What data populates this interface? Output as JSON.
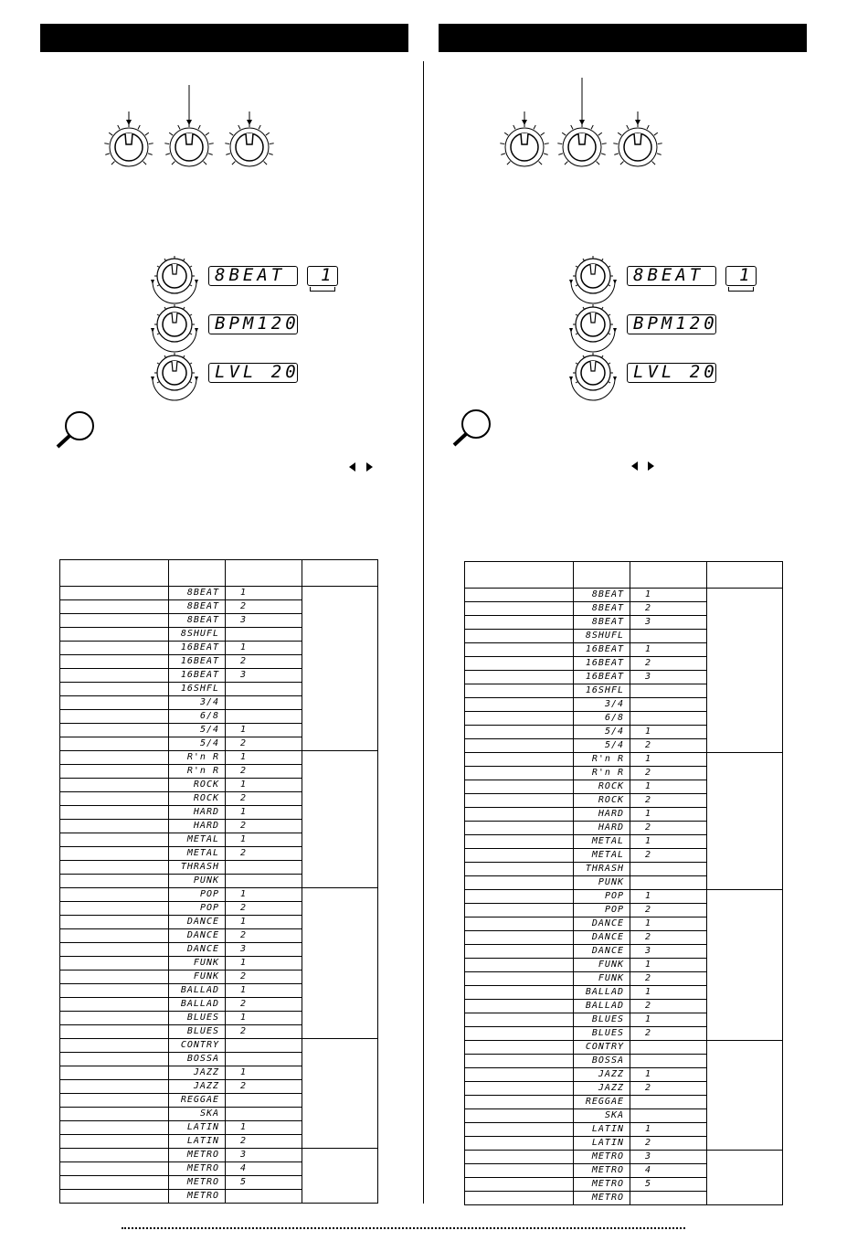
{
  "icons": [
    "knob-icon",
    "arrow-down-icon",
    "magnifier-icon",
    "arrow-left-icon",
    "arrow-right-icon"
  ],
  "colors": {
    "ink": "#000000",
    "paper": "#ffffff"
  },
  "left": {
    "display": {
      "pattern": "8BEAT",
      "variation": "1",
      "tempo": "BPM120",
      "level": "LVL 20"
    }
  },
  "right": {
    "display": {
      "pattern": "8BEAT",
      "variation": "1",
      "tempo": "BPM120",
      "level": "LVL 20"
    }
  },
  "rhythm_rows": [
    {
      "code": "8BEAT",
      "num": "1"
    },
    {
      "code": "8BEAT",
      "num": "2"
    },
    {
      "code": "8BEAT",
      "num": "3"
    },
    {
      "code": "8SHUFL",
      "num": ""
    },
    {
      "code": "16BEAT",
      "num": "1"
    },
    {
      "code": "16BEAT",
      "num": "2"
    },
    {
      "code": "16BEAT",
      "num": "3"
    },
    {
      "code": "16SHFL",
      "num": ""
    },
    {
      "code": "3/4",
      "num": ""
    },
    {
      "code": "6/8",
      "num": ""
    },
    {
      "code": "5/4",
      "num": "1"
    },
    {
      "code": "5/4",
      "num": "2"
    },
    {
      "code": "R'n R",
      "num": "1"
    },
    {
      "code": "R'n R",
      "num": "2"
    },
    {
      "code": "ROCK",
      "num": "1"
    },
    {
      "code": "ROCK",
      "num": "2"
    },
    {
      "code": "HARD",
      "num": "1"
    },
    {
      "code": "HARD",
      "num": "2"
    },
    {
      "code": "METAL",
      "num": "1"
    },
    {
      "code": "METAL",
      "num": "2"
    },
    {
      "code": "THRASH",
      "num": ""
    },
    {
      "code": "PUNK",
      "num": ""
    },
    {
      "code": "POP",
      "num": "1"
    },
    {
      "code": "POP",
      "num": "2"
    },
    {
      "code": "DANCE",
      "num": "1"
    },
    {
      "code": "DANCE",
      "num": "2"
    },
    {
      "code": "DANCE",
      "num": "3"
    },
    {
      "code": "FUNK",
      "num": "1"
    },
    {
      "code": "FUNK",
      "num": "2"
    },
    {
      "code": "BALLAD",
      "num": "1"
    },
    {
      "code": "BALLAD",
      "num": "2"
    },
    {
      "code": "BLUES",
      "num": "1"
    },
    {
      "code": "BLUES",
      "num": "2"
    },
    {
      "code": "CONTRY",
      "num": ""
    },
    {
      "code": "BOSSA",
      "num": ""
    },
    {
      "code": "JAZZ",
      "num": "1"
    },
    {
      "code": "JAZZ",
      "num": "2"
    },
    {
      "code": "REGGAE",
      "num": ""
    },
    {
      "code": "SKA",
      "num": ""
    },
    {
      "code": "LATIN",
      "num": "1"
    },
    {
      "code": "LATIN",
      "num": "2"
    },
    {
      "code": "METRO",
      "num": "3"
    },
    {
      "code": "METRO",
      "num": "4"
    },
    {
      "code": "METRO",
      "num": "5"
    },
    {
      "code": "METRO",
      "num": ""
    }
  ],
  "groups": [
    12,
    10,
    11,
    8,
    4
  ]
}
